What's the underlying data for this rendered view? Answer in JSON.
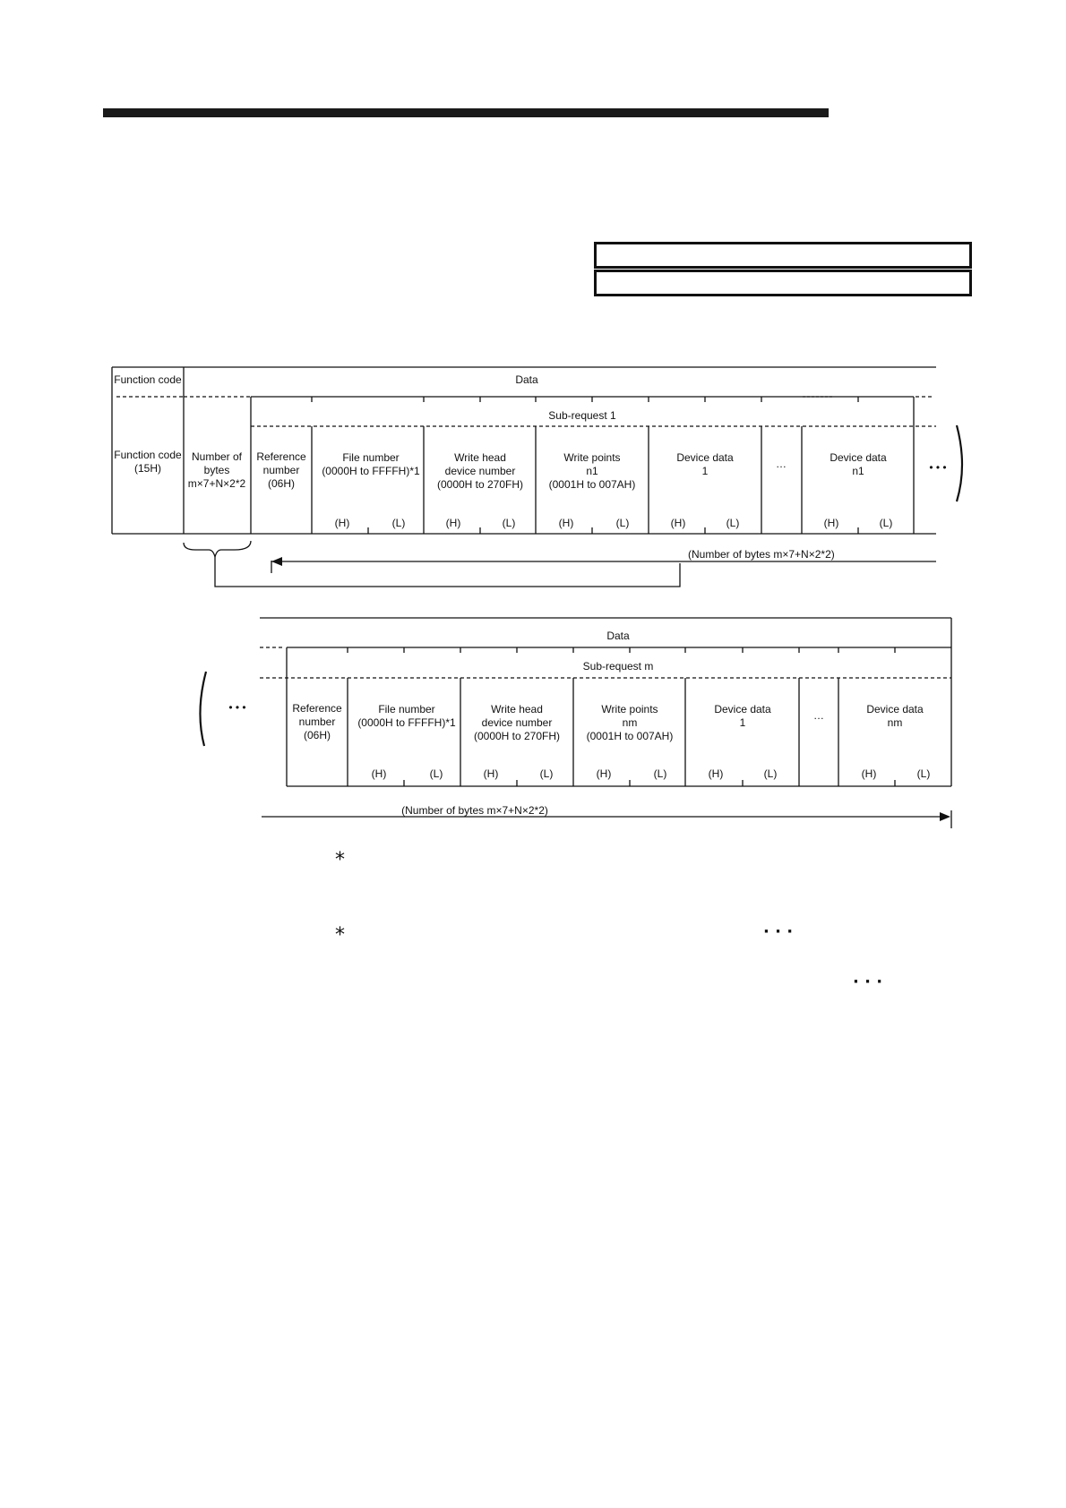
{
  "frame1": {
    "function_code_header": "Function code",
    "data_header": "Data",
    "sub_request_label": "Sub-request 1",
    "function_code_cell": [
      "Function code",
      "(15H)"
    ],
    "number_of_bytes_cell": [
      "Number of",
      "bytes",
      "m×7+N×2*2"
    ],
    "fields": [
      {
        "lines": [
          "Reference",
          "number",
          "(06H)"
        ]
      },
      {
        "lines": [
          "File number",
          "(0000H to FFFFH)*1"
        ]
      },
      {
        "lines": [
          "Write head",
          "device number",
          "(0000H to 270FH)"
        ]
      },
      {
        "lines": [
          "Write points",
          "n1",
          "(0001H to 007AH)"
        ]
      },
      {
        "lines": [
          "Device data",
          "1"
        ]
      },
      {
        "lines": [
          "…"
        ]
      },
      {
        "lines": [
          "Device data",
          "n1"
        ]
      }
    ],
    "hl_high": "(H)",
    "hl_low": "(L)",
    "continuation": "• • •",
    "byte_span_label": "(Number of bytes m×7+N×2*2)"
  },
  "frame2": {
    "data_header": "Data",
    "sub_request_label": "Sub-request m",
    "fields": [
      {
        "lines": [
          "Reference",
          "number",
          "(06H)"
        ]
      },
      {
        "lines": [
          "File number",
          "(0000H to FFFFH)*1"
        ]
      },
      {
        "lines": [
          "Write head",
          "device number",
          "(0000H to 270FH)"
        ]
      },
      {
        "lines": [
          "Write points",
          "nm",
          "(0001H to 007AH)"
        ]
      },
      {
        "lines": [
          "Device data",
          "1"
        ]
      },
      {
        "lines": [
          "…"
        ]
      },
      {
        "lines": [
          "Device data",
          "nm"
        ]
      }
    ],
    "hl_high": "(H)",
    "hl_low": "(L)",
    "continuation": "• • •",
    "byte_span_label": "(Number of bytes m×7+N×2*2)"
  },
  "footnotes": {
    "star1": "*",
    "star2": "*",
    "dots1": "· · ·",
    "dots2": "· · ·"
  }
}
